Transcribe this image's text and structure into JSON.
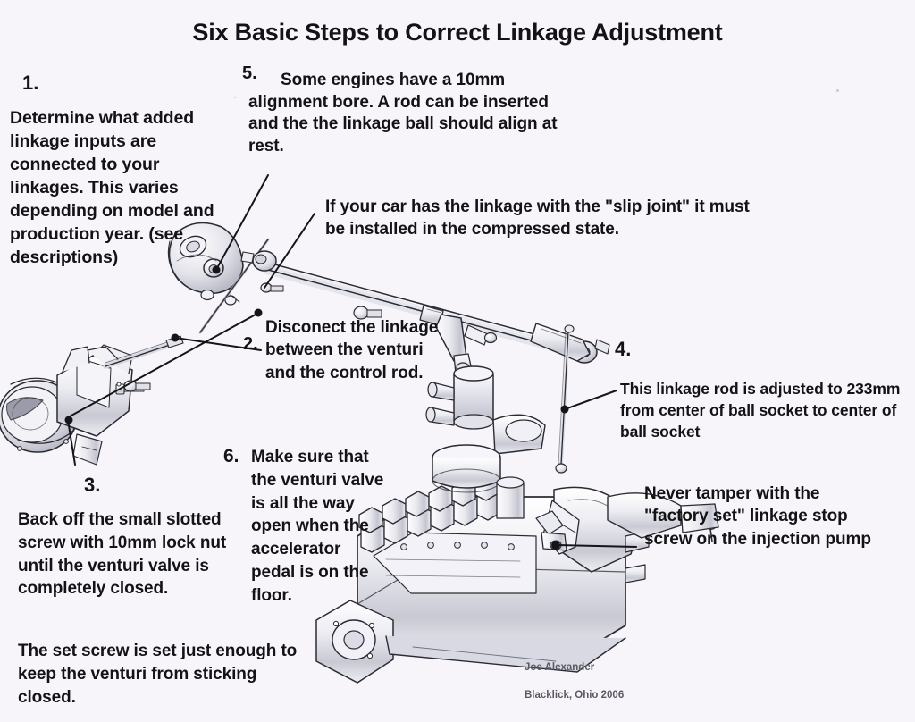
{
  "page": {
    "title": "Six Basic Steps to Correct Linkage Adjustment",
    "background_color": "#f7f5f9",
    "text_color": "#131316"
  },
  "steps": [
    {
      "number": "1.",
      "body": "Determine what added linkage inputs are connected to your linkages. This varies depending on model and production year. (see descriptions)"
    },
    {
      "number": "2.",
      "body": "Disconect the linkage between the venturi and the control rod."
    },
    {
      "number": "3.",
      "body": "Back off the small slotted screw with 10mm lock nut until the venturi valve is completely closed.",
      "body2": "The set screw is set just enough to keep the venturi from sticking closed."
    },
    {
      "number": "4.",
      "body": "This linkage rod is adjusted to 233mm from center of ball socket to center of ball socket"
    },
    {
      "number": "5.",
      "body": "Some engines have a 10mm alignment bore. A rod can be inserted and the  the linkage ball should align at rest."
    },
    {
      "number": "6.",
      "body": "Make sure that the venturi valve is all the way open when the accelerator pedal is on the floor."
    }
  ],
  "notes": {
    "slip_joint": "If your car has the linkage with the \"slip joint\" it must be installed in the compressed  state.",
    "factory_set": "Never tamper with the \"factory set\" linkage stop screw on the injection pump"
  },
  "credit": {
    "author": "Joe Alexander",
    "location_year": "Blacklick, Ohio 2006"
  },
  "diagram": {
    "parts": [
      "venturi-throttle-body",
      "alignment-bore-bracket",
      "control-rod",
      "bell-crank-lever",
      "linkage-rod-233mm",
      "injection-pump",
      "injection-pump-delivery-valves",
      "factory-set-stop-screw",
      "slip-joint-rod"
    ],
    "line_color": "#2b2b33",
    "shade_color": "#cfcfd8"
  }
}
